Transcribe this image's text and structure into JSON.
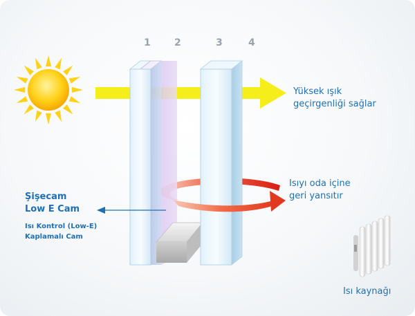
{
  "pane_numbers": [
    "1",
    "2",
    "3",
    "4"
  ],
  "light_text": [
    "Yüksek ışık",
    "geçirgenliği sağlar"
  ],
  "heat_text": [
    "Isıyı oda içine",
    "geri yansıtır"
  ],
  "brand_text": [
    "Şişecam",
    "Low E Cam"
  ],
  "coating_text": [
    "Isı Kontrol (Low-E)",
    "Kaplamalı Cam"
  ],
  "heat_source_text": "Isı kaynağı",
  "colors": {
    "text_blue": "#1f6fb4",
    "number_gray": "#9aa3ab",
    "light_arrow": "#f5ee1a",
    "heat_arrow": "#e3261b",
    "coating": "#d9c2ee",
    "glass": "#cfe6f5"
  },
  "icons": [
    "sun-icon",
    "radiator-icon",
    "light-arrow",
    "heat-arrow",
    "pointer-arrow"
  ]
}
